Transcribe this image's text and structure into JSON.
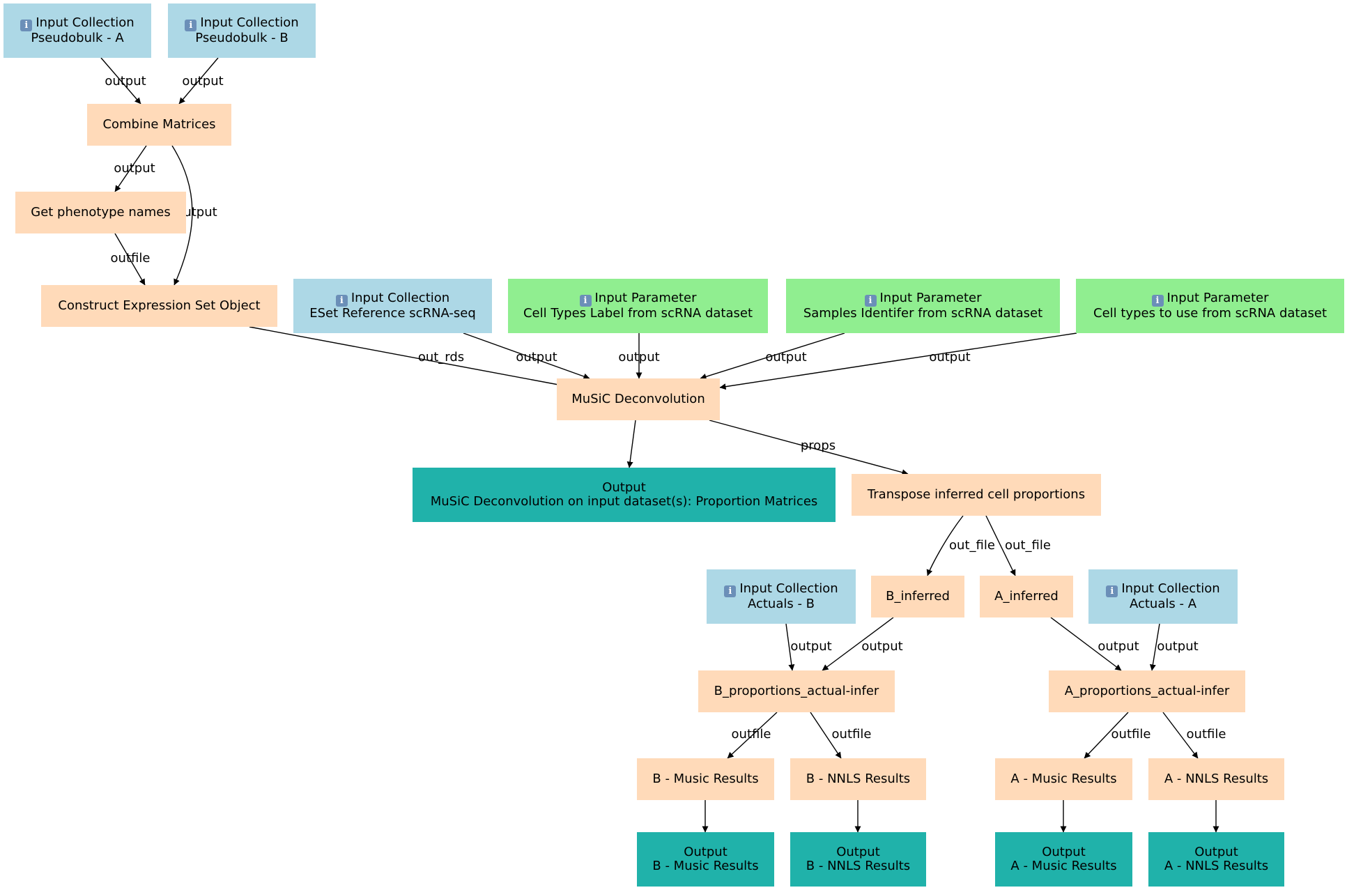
{
  "nodes": [
    {
      "id": "pseudo_a",
      "type": "input",
      "name": "input-collection-pseudobulk-a",
      "lines": [
        "Input Collection",
        "Pseudobulk - A"
      ],
      "info_icon": "info-icon"
    },
    {
      "id": "pseudo_b",
      "type": "input",
      "name": "input-collection-pseudobulk-b",
      "lines": [
        "Input Collection",
        "Pseudobulk - B"
      ],
      "info_icon": "info-icon"
    },
    {
      "id": "combine",
      "type": "tool",
      "name": "combine-matrices-step",
      "lines": [
        "Combine Matrices"
      ]
    },
    {
      "id": "pheno",
      "type": "tool",
      "name": "get-phenotype-names-step",
      "lines": [
        "Get phenotype names"
      ]
    },
    {
      "id": "construct",
      "type": "tool",
      "name": "construct-expression-set-step",
      "lines": [
        "Construct Expression Set Object"
      ]
    },
    {
      "id": "eset",
      "type": "input",
      "name": "input-collection-eset-reference",
      "lines": [
        "Input Collection",
        "ESet Reference scRNA-seq"
      ],
      "info_icon": "info-icon"
    },
    {
      "id": "celltypes",
      "type": "param",
      "name": "input-parameter-cell-types-label",
      "lines": [
        "Input Parameter",
        "Cell Types Label from scRNA dataset"
      ],
      "info_icon": "info-icon"
    },
    {
      "id": "samples",
      "type": "param",
      "name": "input-parameter-samples-identifier",
      "lines": [
        "Input Parameter",
        "Samples Identifer from scRNA dataset"
      ],
      "info_icon": "info-icon"
    },
    {
      "id": "celltypes_use",
      "type": "param",
      "name": "input-parameter-cell-types-to-use",
      "lines": [
        "Input Parameter",
        "Cell types to use from scRNA dataset"
      ],
      "info_icon": "info-icon"
    },
    {
      "id": "music",
      "type": "tool",
      "name": "music-deconvolution-step",
      "lines": [
        "MuSiC Deconvolution"
      ]
    },
    {
      "id": "out_music",
      "type": "output",
      "name": "output-music-proportion-matrices",
      "lines": [
        "Output",
        "MuSiC Deconvolution on input dataset(s): Proportion Matrices"
      ]
    },
    {
      "id": "transpose",
      "type": "tool",
      "name": "transpose-inferred-step",
      "lines": [
        "Transpose inferred cell proportions"
      ]
    },
    {
      "id": "act_b",
      "type": "input",
      "name": "input-collection-actuals-b",
      "lines": [
        "Input Collection",
        "Actuals - B"
      ],
      "info_icon": "info-icon"
    },
    {
      "id": "b_inf",
      "type": "tool",
      "name": "b-inferred-step",
      "lines": [
        "B_inferred"
      ]
    },
    {
      "id": "a_inf",
      "type": "tool",
      "name": "a-inferred-step",
      "lines": [
        "A_inferred"
      ]
    },
    {
      "id": "act_a",
      "type": "input",
      "name": "input-collection-actuals-a",
      "lines": [
        "Input Collection",
        "Actuals - A"
      ],
      "info_icon": "info-icon"
    },
    {
      "id": "b_prop",
      "type": "tool",
      "name": "b-proportions-actual-infer-step",
      "lines": [
        "B_proportions_actual-infer"
      ]
    },
    {
      "id": "a_prop",
      "type": "tool",
      "name": "a-proportions-actual-infer-step",
      "lines": [
        "A_proportions_actual-infer"
      ]
    },
    {
      "id": "b_music",
      "type": "tool",
      "name": "b-music-results-step",
      "lines": [
        "B - Music Results"
      ]
    },
    {
      "id": "b_nnls",
      "type": "tool",
      "name": "b-nnls-results-step",
      "lines": [
        "B - NNLS Results"
      ]
    },
    {
      "id": "a_music",
      "type": "tool",
      "name": "a-music-results-step",
      "lines": [
        "A - Music Results"
      ]
    },
    {
      "id": "a_nnls",
      "type": "tool",
      "name": "a-nnls-results-step",
      "lines": [
        "A - NNLS Results"
      ]
    },
    {
      "id": "out_b_music",
      "type": "output",
      "name": "output-b-music-results",
      "lines": [
        "Output",
        "B - Music Results"
      ]
    },
    {
      "id": "out_b_nnls",
      "type": "output",
      "name": "output-b-nnls-results",
      "lines": [
        "Output",
        "B - NNLS Results"
      ]
    },
    {
      "id": "out_a_music",
      "type": "output",
      "name": "output-a-music-results",
      "lines": [
        "Output",
        "A - Music Results"
      ]
    },
    {
      "id": "out_a_nnls",
      "type": "output",
      "name": "output-a-nnls-results",
      "lines": [
        "Output",
        "A - NNLS Results"
      ]
    }
  ],
  "edges": [
    {
      "from": "pseudo_a",
      "to": "combine",
      "label": "output"
    },
    {
      "from": "pseudo_b",
      "to": "combine",
      "label": "output"
    },
    {
      "from": "combine",
      "to": "pheno",
      "label": "output"
    },
    {
      "from": "combine",
      "to": "construct",
      "label": "output"
    },
    {
      "from": "pheno",
      "to": "construct",
      "label": "outfile"
    },
    {
      "from": "construct",
      "to": "music",
      "label": "out_rds"
    },
    {
      "from": "eset",
      "to": "music",
      "label": "output"
    },
    {
      "from": "celltypes",
      "to": "music",
      "label": "output"
    },
    {
      "from": "samples",
      "to": "music",
      "label": "output"
    },
    {
      "from": "celltypes_use",
      "to": "music",
      "label": "output"
    },
    {
      "from": "music",
      "to": "out_music",
      "label": ""
    },
    {
      "from": "music",
      "to": "transpose",
      "label": "props"
    },
    {
      "from": "transpose",
      "to": "b_inf",
      "label": "out_file"
    },
    {
      "from": "transpose",
      "to": "a_inf",
      "label": "out_file"
    },
    {
      "from": "act_b",
      "to": "b_prop",
      "label": "output"
    },
    {
      "from": "b_inf",
      "to": "b_prop",
      "label": "output"
    },
    {
      "from": "a_inf",
      "to": "a_prop",
      "label": "output"
    },
    {
      "from": "act_a",
      "to": "a_prop",
      "label": "output"
    },
    {
      "from": "b_prop",
      "to": "b_music",
      "label": "outfile"
    },
    {
      "from": "b_prop",
      "to": "b_nnls",
      "label": "outfile"
    },
    {
      "from": "a_prop",
      "to": "a_music",
      "label": "outfile"
    },
    {
      "from": "a_prop",
      "to": "a_nnls",
      "label": "outfile"
    },
    {
      "from": "b_music",
      "to": "out_b_music",
      "label": ""
    },
    {
      "from": "b_nnls",
      "to": "out_b_nnls",
      "label": ""
    },
    {
      "from": "a_music",
      "to": "out_a_music",
      "label": ""
    },
    {
      "from": "a_nnls",
      "to": "out_a_nnls",
      "label": ""
    }
  ],
  "colors": {
    "input": "#add8e6",
    "param": "#90ee90",
    "tool": "#ffdab9",
    "output": "#20b2aa",
    "edge": "#000000"
  }
}
